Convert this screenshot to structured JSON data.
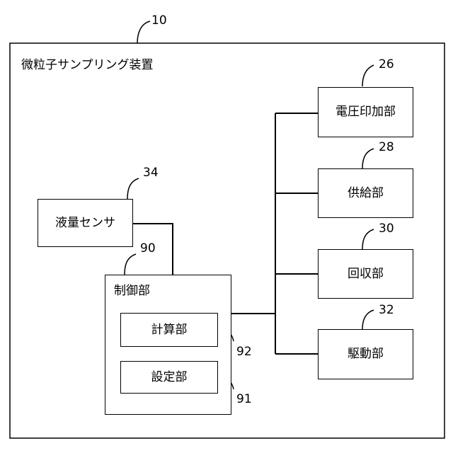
{
  "device": {
    "ref": "10",
    "title": "微粒子サンプリング装置"
  },
  "voltage_unit": {
    "ref": "26",
    "label": "電圧印加部"
  },
  "supply_unit": {
    "ref": "28",
    "label": "供給部"
  },
  "recovery_unit": {
    "ref": "30",
    "label": "回収部"
  },
  "drive_unit": {
    "ref": "32",
    "label": "駆動部"
  },
  "liquid_sensor": {
    "ref": "34",
    "label": "液量センサ"
  },
  "control_unit": {
    "ref": "90",
    "label": "制御部"
  },
  "calc_unit": {
    "ref": "92",
    "label": "計算部"
  },
  "setting_unit": {
    "ref": "91",
    "label": "設定部"
  }
}
